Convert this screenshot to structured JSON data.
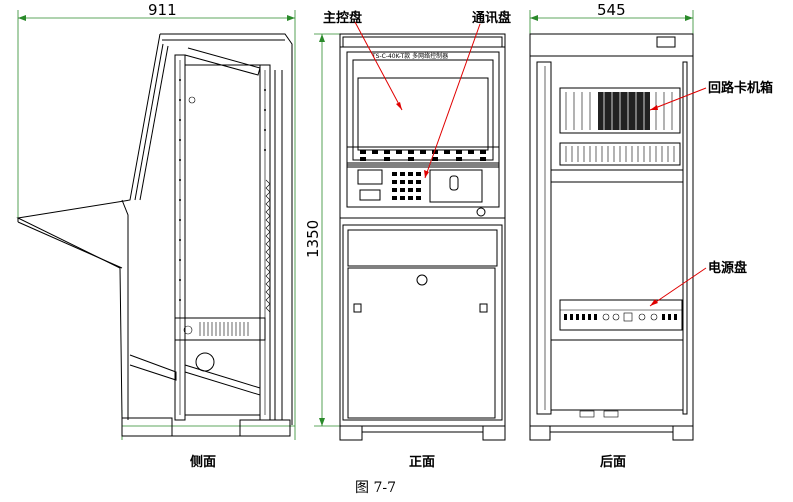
{
  "dimensions": {
    "side_width": "911",
    "back_width": "545",
    "height": "1350"
  },
  "callouts": {
    "main_panel": "主控盘",
    "comm_panel": "通讯盘",
    "loop_card_box": "回路卡机箱",
    "power_panel": "电源盘"
  },
  "front_screen_text": "TS-C-40K-T款 多网络控制器",
  "view_labels": {
    "side": "侧面",
    "front": "正面",
    "back": "后面"
  },
  "figure_caption": "图 7-7",
  "colors": {
    "lines": "#000000",
    "dimension_lines": "#2a8a2a",
    "leader_lines": "#e00000"
  }
}
